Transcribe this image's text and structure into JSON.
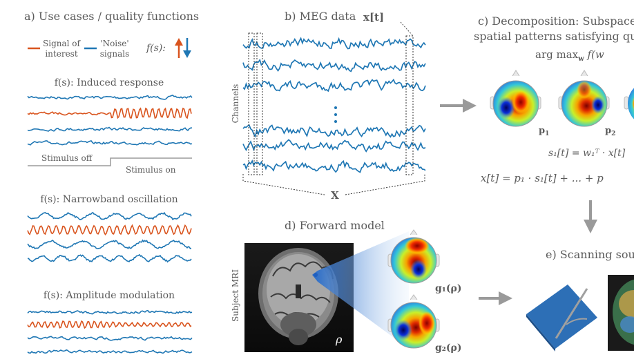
{
  "panels": {
    "a": {
      "title": "a) Use cases / quality functions",
      "legend": {
        "signal_line1": "Signal of",
        "signal_line2": "interest",
        "noise_line1": "'Noise'",
        "noise_line2": "signals",
        "f_label": "f(s):"
      },
      "cases": [
        {
          "label": "f(s): Induced response"
        },
        {
          "label": "f(s): Narrowband oscillation"
        },
        {
          "label": "f(s): Amplitude modulation"
        }
      ],
      "stimulus_off": "Stimulus off",
      "stimulus_on": "Stimulus on"
    },
    "b": {
      "title": "b) MEG data",
      "x_t": "x[t]",
      "y_label": "Channels",
      "big_x": "X"
    },
    "c": {
      "title_line1": "c) Decomposition: Subspace",
      "title_line2": "spatial patterns satisfying qua",
      "argmax": "arg max",
      "argmax_sub": "w",
      "argmax_rest": " f(w",
      "p1": "p",
      "p1_sub": "1",
      "p2": "p",
      "p2_sub": "2",
      "eq1": "s₁[t] = w₁ᵀ · x[t]",
      "eq2": "x[t] = p₁ · s₁[t] + ... + p"
    },
    "d": {
      "title": "d) Forward model",
      "y_label": "Subject MRI",
      "rho": "ρ",
      "g1": "g₁(ρ)",
      "g2": "g₂(ρ)"
    },
    "e": {
      "title": "e) Scanning sour"
    }
  },
  "colors": {
    "signal": "#d9541e",
    "noise": "#1f77b4",
    "text": "#5a5a5a",
    "arrow": "#9a9a9a",
    "plane": "#2d6fb6"
  }
}
